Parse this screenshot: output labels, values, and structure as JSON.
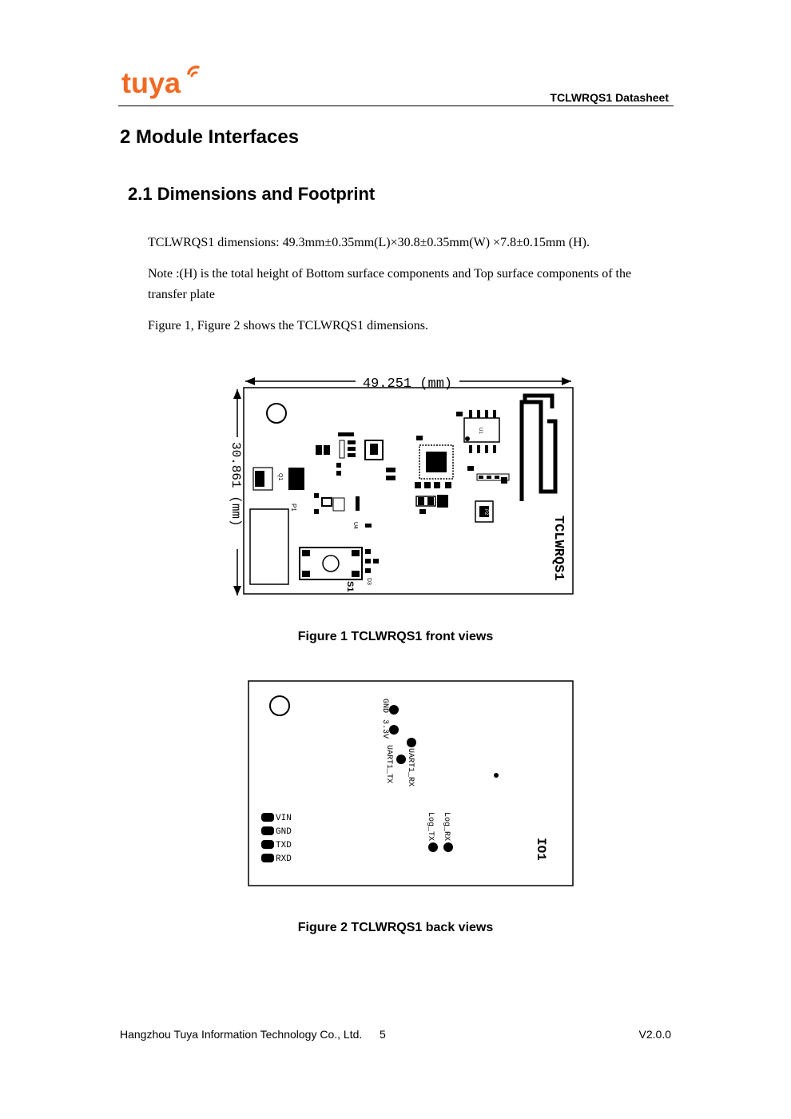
{
  "header": {
    "logo_text": "tuya",
    "doc_title": "TCLWRQS1 Datasheet"
  },
  "section": {
    "h1": "2 Module Interfaces",
    "h2": "2.1 Dimensions and Footprint"
  },
  "body": {
    "p1": "TCLWRQS1 dimensions: 49.3mm±0.35mm(L)×30.8±0.35mm(W) ×7.8±0.15mm (H).",
    "p2": "Note :(H) is the total height of Bottom surface components and Top surface components of the transfer plate",
    "p3": "Figure 1, Figure 2 shows the TCLWRQS1 dimensions."
  },
  "figure1": {
    "caption": "Figure 1 TCLWRQS1 front views",
    "width_label": "49.251 (mm)",
    "height_label": "30.861 (mm)",
    "module_name": "TCLWRQS1",
    "labels": [
      "S1",
      "D3",
      "P1",
      "Q1",
      "U4",
      "U1",
      "P2"
    ]
  },
  "figure2": {
    "caption": "Figure 2 TCLWRQS1 back views",
    "top_pads": [
      "GND",
      "3.3V",
      "UART1_TX",
      "UART1_RX"
    ],
    "side_pads": [
      "VIN",
      "GND",
      "TXD",
      "RXD"
    ],
    "prog_pads": [
      "Log_TX",
      "Log_RX"
    ],
    "chip_label": "IO1"
  },
  "footer": {
    "company": "Hangzhou Tuya Information Technology Co., Ltd.",
    "page": "5",
    "version": "V2.0.0"
  },
  "colors": {
    "brand": "#F26A22",
    "text": "#000000"
  }
}
